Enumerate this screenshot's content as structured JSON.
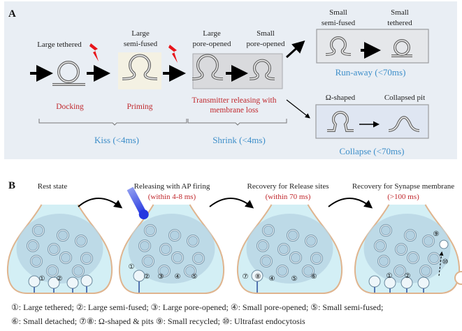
{
  "panel_a": {
    "label": "A",
    "background": "#e9eef4",
    "states": {
      "large_tethered": "Large tethered",
      "large_semi_fused": [
        "Large",
        "semi-fused"
      ],
      "large_pore_opened": [
        "Large",
        "pore-opened"
      ],
      "small_pore_opened": [
        "Small",
        "pore-opened"
      ],
      "small_semi_fused": [
        "Small",
        "semi-fused"
      ],
      "small_tethered": [
        "Small",
        "tethered"
      ],
      "omega_shaped": "Ω-shaped",
      "collapsed_pit": "Collapsed pit"
    },
    "steps": {
      "docking": "Docking",
      "priming": "Priming",
      "transmitter": [
        "Transmitter releasing with",
        "membrane loss"
      ]
    },
    "modes": {
      "kiss": "Kiss (<4ms)",
      "shrink": "Shrink (<4ms)",
      "run_away": "Run-away (<70ms)",
      "collapse": "Collapse (<70ms)"
    },
    "colors": {
      "red": "#c0282d",
      "blue": "#3d8ec9",
      "lightning": "#e8141a"
    }
  },
  "panel_b": {
    "label": "B",
    "stages": [
      {
        "title": "Rest state",
        "subtitle": ""
      },
      {
        "title": "Releasing with AP firing",
        "subtitle": "(within 4-8 ms)"
      },
      {
        "title": "Recovery for Release sites",
        "subtitle": "(within 70 ms)"
      },
      {
        "title": "Recovery for Synapse membrane",
        "subtitle": "(>100 ms)"
      }
    ],
    "markers": [
      "①",
      "②",
      "③",
      "④",
      "⑤",
      "⑥",
      "⑦",
      "⑧",
      "⑨",
      "⑩"
    ],
    "legend": [
      "①: Large tethered; ②: Large semi-fused; ③: Large pore-opened; ④: Small pore-opened; ⑤: Small semi-fused;",
      "⑥: Small detached; ⑦⑧: Ω-shaped & pits ⑨: Small recycled; ⑩: Ultrafast endocytosis"
    ],
    "colors": {
      "cytoplasm": "#d3eff5",
      "membrane": "#dfb48e",
      "pool": "#b8d5e3",
      "electrode": "#3b4fd8"
    }
  }
}
